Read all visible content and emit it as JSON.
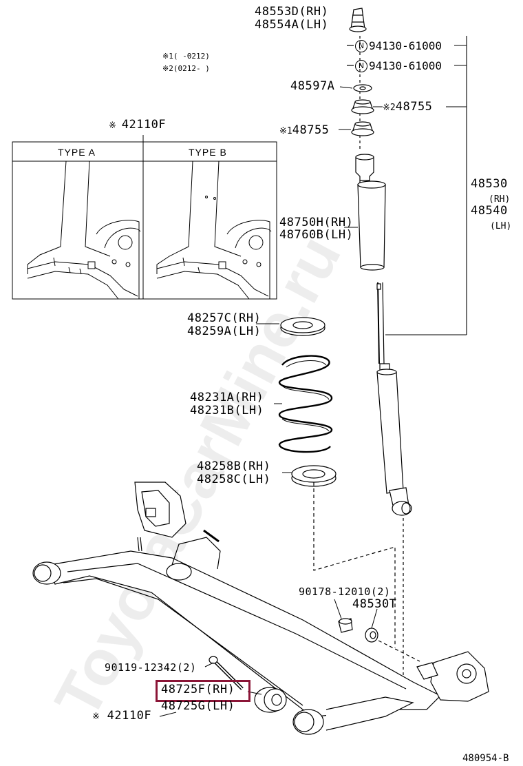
{
  "watermark": "ToyotaCarMine.ru",
  "legend": {
    "note1": "※1(    -0212)",
    "note2": "※2(0212-    )"
  },
  "type_box": {
    "ref": "42110F",
    "type_a": "TYPE A",
    "type_b": "TYPE B"
  },
  "parts": {
    "p48553d": "48553D(RH)",
    "p48554a": "48554A(LH)",
    "n1_symbol": "N",
    "n1": "94130-61000",
    "n2_symbol": "N",
    "n2": "94130-61000",
    "p48597a": "48597A",
    "p48755_2": "48755",
    "p48755_2_mark": "※2",
    "p48755_1": "48755",
    "p48755_1_mark": "※1",
    "p48530": "48530",
    "p48530_side": "(RH)",
    "p48540": "48540",
    "p48540_side": "(LH)",
    "p48750h": "48750H(RH)",
    "p48760b": "48760B(LH)",
    "p48257c": "48257C(RH)",
    "p48259a": "48259A(LH)",
    "p48231a": "48231A(RH)",
    "p48231b": "48231B(LH)",
    "p48258b": "48258B(RH)",
    "p48258c": "48258C(LH)",
    "p90178": "90178-12010(2)",
    "p48530t": "48530T",
    "p90119": "90119-12342(2)",
    "p48725f": "48725F(RH)",
    "p48725g": "48725G(LH)",
    "p42110f_bottom": "42110F",
    "p42110f_mark": "※",
    "diagram_id": "480954-B"
  },
  "highlight_color": "#8b1537"
}
